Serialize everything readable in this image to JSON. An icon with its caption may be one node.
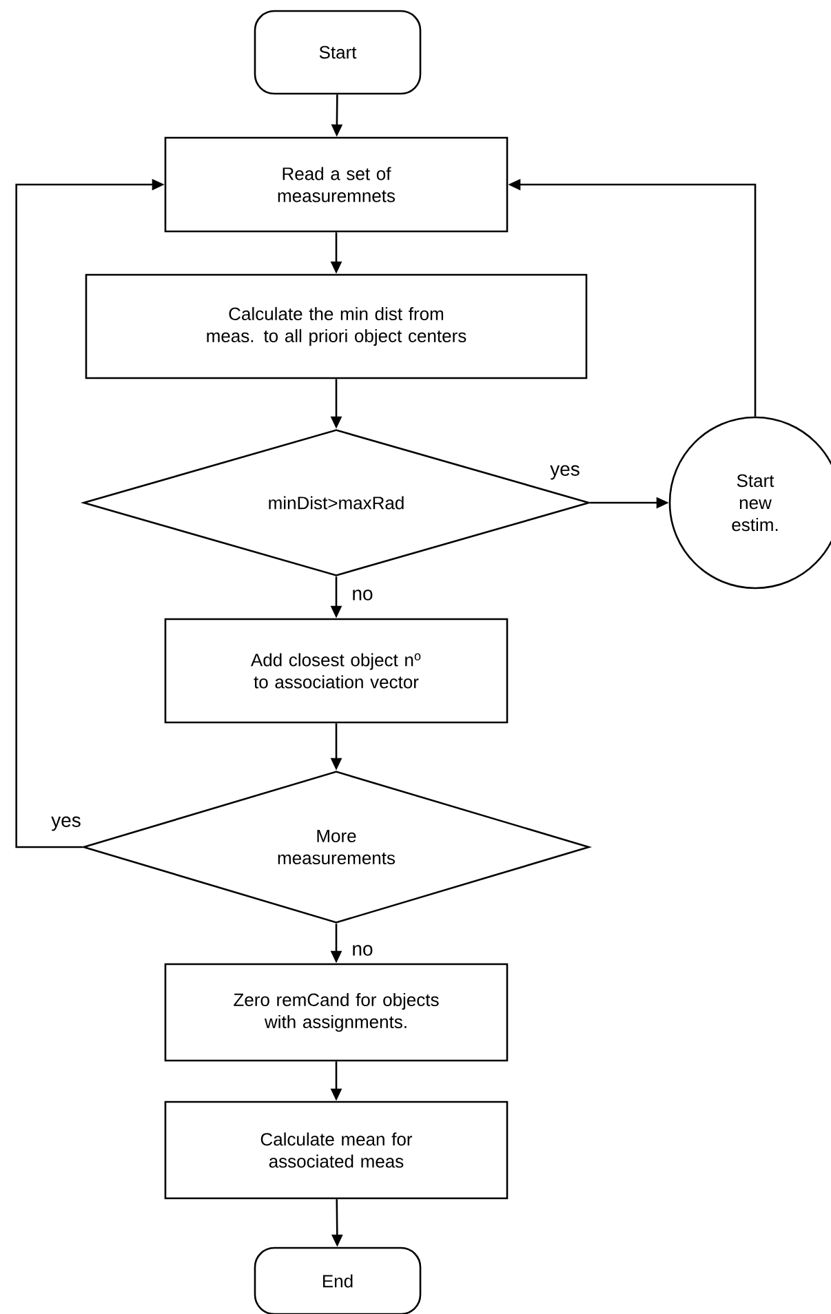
{
  "diagram": {
    "nodes": [
      {
        "text": [
          "Start"
        ]
      },
      {
        "text": [
          "Read a set of measuremnets"
        ]
      },
      {
        "text": [
          "Calculate the min dist from meas. to all priori object centers"
        ]
      },
      {
        "text": [
          "minDist>maxRad"
        ]
      },
      {
        "text": [
          "Start new estim."
        ]
      },
      {
        "text": [
          "Add closest object n$^{o}$ to association vector"
        ]
      },
      {
        "text": [
          "More measurements"
        ]
      },
      {
        "text": [
          "Zero remCand for objects with assignments."
        ]
      },
      {
        "text": [
          "Calculate mean for associated meas"
        ]
      },
      {
        "text": [
          "End"
        ]
      }
    ],
    "edges": [
      {
        "from": 0,
        "to": 1,
        "arrow": "to"
      },
      {
        "from": 1,
        "to": 2,
        "arrow": "to"
      },
      {
        "from": 2,
        "to": 3,
        "arrow": "to"
      },
      {
        "from": 3,
        "to": 4,
        "arrow": "to",
        "label": "yes"
      },
      {
        "from": 3,
        "to": 5,
        "arrow": "to",
        "label": "no"
      },
      {
        "from": 4,
        "to": 1,
        "arrow": "to"
      },
      {
        "from": 5,
        "to": 6,
        "arrow": "to"
      },
      {
        "from": 6,
        "to": 1,
        "arrow": "to",
        "label": "yes"
      },
      {
        "from": 6,
        "to": 7,
        "arrow": "to",
        "label": "no"
      },
      {
        "from": 7,
        "to": 8,
        "arrow": "to"
      },
      {
        "from": 8,
        "to": 9,
        "arrow": "to"
      }
    ]
  }
}
